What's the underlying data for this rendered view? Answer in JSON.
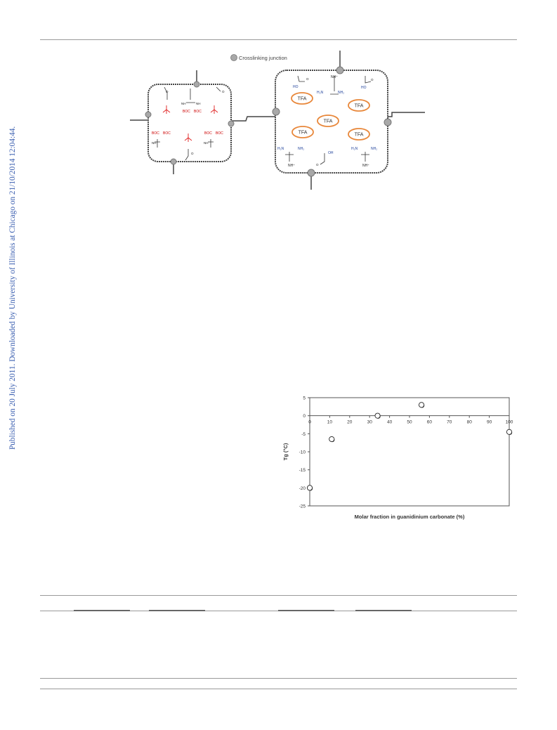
{
  "sidebar": {
    "text": "Published on 20 July 2011. Downloaded by University of Illinois at Chicago on 21/10/2014 12:04:44."
  },
  "scheme": {
    "legend_label": "Crosslinking junction",
    "tfa_label": "TFA",
    "boc_label": "BOC",
    "nh_label": "NH",
    "ho_label": "HO",
    "oh_label": "OH",
    "o_label": "O",
    "h2n_label": "H₂N",
    "nh2_label": "NH₂",
    "nh_plus_label": "NH⁺"
  },
  "chart_data": {
    "type": "scatter",
    "xlabel": "Molar fraction in guanidinium carbonate (%)",
    "ylabel": "Tg (°C)",
    "xlim": [
      0,
      100
    ],
    "ylim": [
      -25,
      5
    ],
    "x_ticks": [
      0,
      10,
      20,
      30,
      40,
      50,
      60,
      70,
      80,
      90,
      100
    ],
    "y_ticks": [
      5,
      0,
      -5,
      -10,
      -15,
      -20,
      -25
    ],
    "x_tick_labels": [
      "0",
      "10",
      "20",
      "30",
      "40",
      "50",
      "60",
      "70",
      "80",
      "90",
      "100"
    ],
    "y_tick_labels": [
      "5",
      "0",
      "-5",
      "-10",
      "-15",
      "-20",
      "-25"
    ],
    "points": [
      {
        "x": 0,
        "y": -20
      },
      {
        "x": 11,
        "y": -6.5
      },
      {
        "x": 34,
        "y": 0
      },
      {
        "x": 56,
        "y": 3
      },
      {
        "x": 100,
        "y": -4.5
      }
    ],
    "grid": false
  }
}
